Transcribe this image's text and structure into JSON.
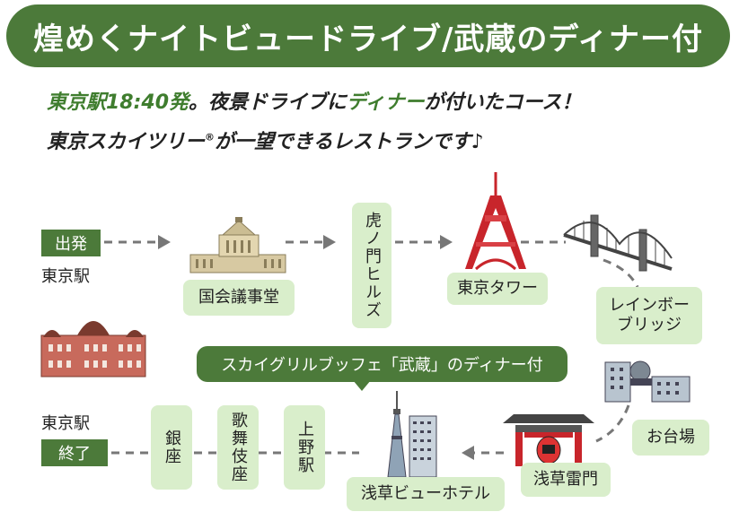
{
  "title": "煌めくナイトビュードライブ/武蔵のディナー付",
  "intro": {
    "line1_green1": "東京駅18:40発",
    "line1_mid1": "。夜景ドライブに",
    "line1_green2": "ディナー",
    "line1_end": "が付いたコース！",
    "line2_start": "東京スカイツリー",
    "line2_mark": "®",
    "line2_end": "が一望できるレストランです♪"
  },
  "route": {
    "start_tag": "出発",
    "start_station": "東京駅",
    "stop1": "国会議事堂",
    "stop2": "虎ノ門ヒルズ",
    "stop3": "東京タワー",
    "stop4": "レインボーブリッジ",
    "stop5": "お台場",
    "stop6": "浅草雷門",
    "stop7": "浅草ビューホテル",
    "stop8": "上野駅",
    "stop9": "歌舞伎座",
    "stop10": "銀座",
    "end_station": "東京駅",
    "end_tag": "終了"
  },
  "dinner_callout": "スカイグリルブッフェ「武蔵」のディナー付",
  "colors": {
    "brand_green": "#4c7a3a",
    "box_green": "#d9eecb",
    "dash": "#777777"
  }
}
